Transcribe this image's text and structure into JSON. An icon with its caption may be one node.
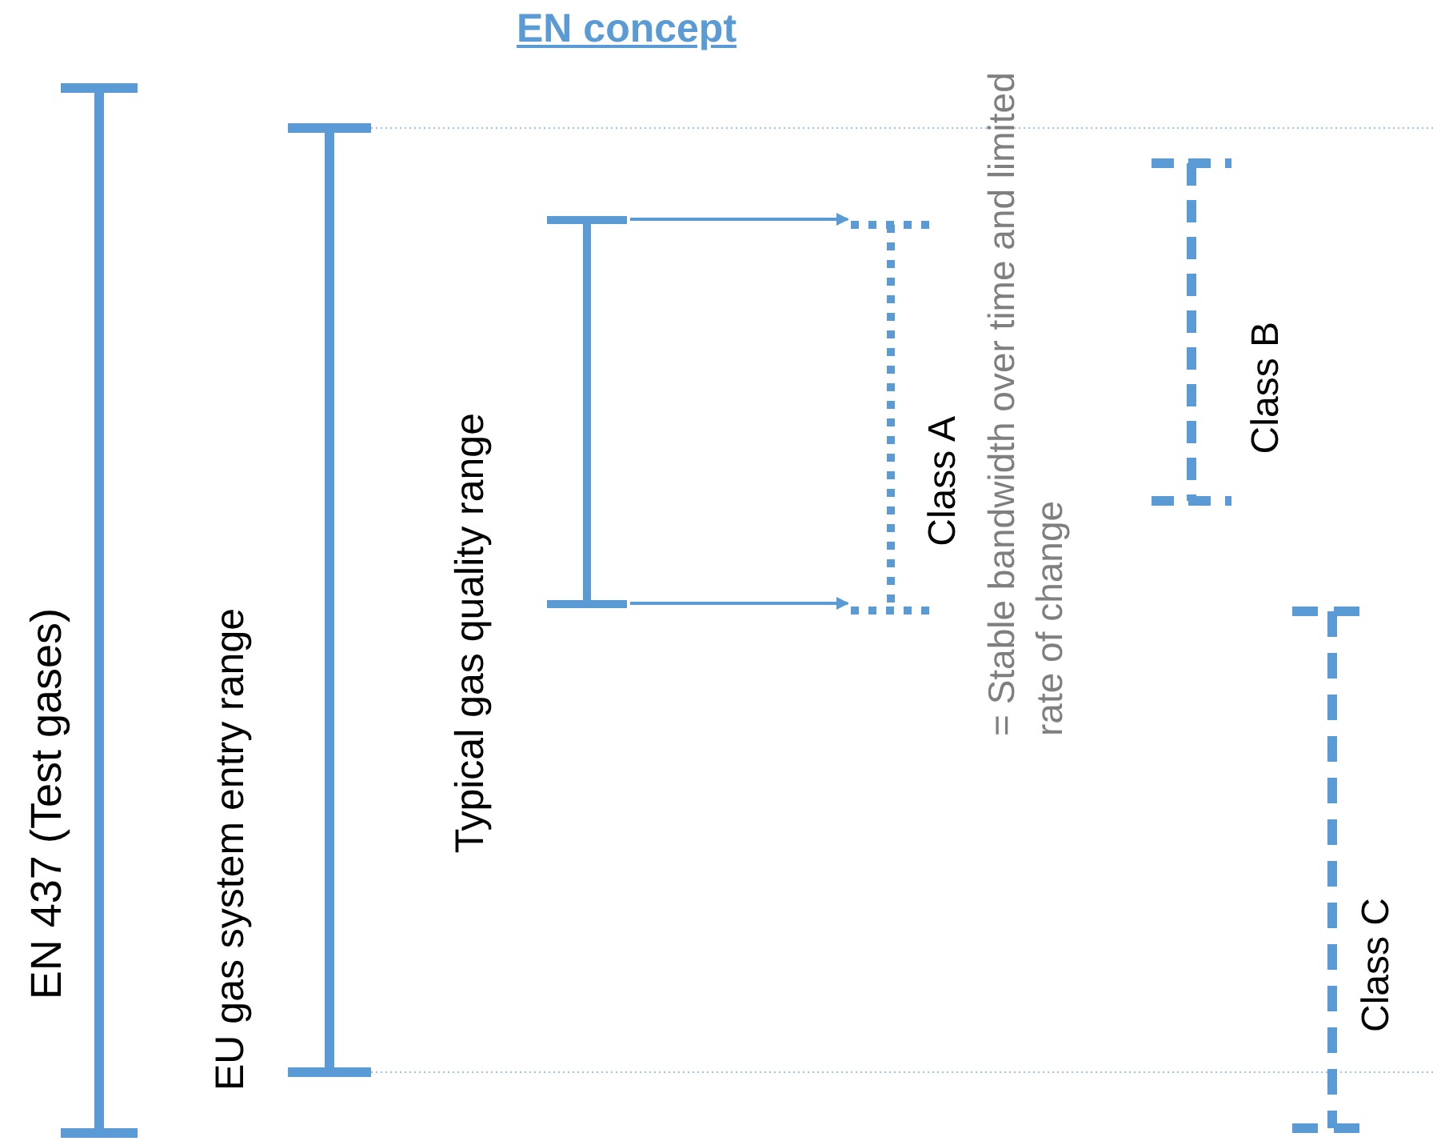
{
  "diagram": {
    "title": "EN concept",
    "nodes": [
      {
        "text": [
          "EN 437 (Test gases)"
        ]
      },
      {
        "text": [
          "EU gas system entry range"
        ]
      },
      {
        "text": [
          "Typical gas quality range"
        ]
      },
      {
        "text": [
          "Class A"
        ],
        "beside": [
          "= Stable bandwidth over time and limited rate of change"
        ]
      },
      {
        "text": [
          "Class B"
        ]
      },
      {
        "text": [
          "Class C"
        ]
      }
    ],
    "edges": [
      {
        "from": 2,
        "to": 3,
        "arrow": "to"
      },
      {
        "from": 2,
        "to": 3,
        "arrow": "to"
      }
    ]
  }
}
